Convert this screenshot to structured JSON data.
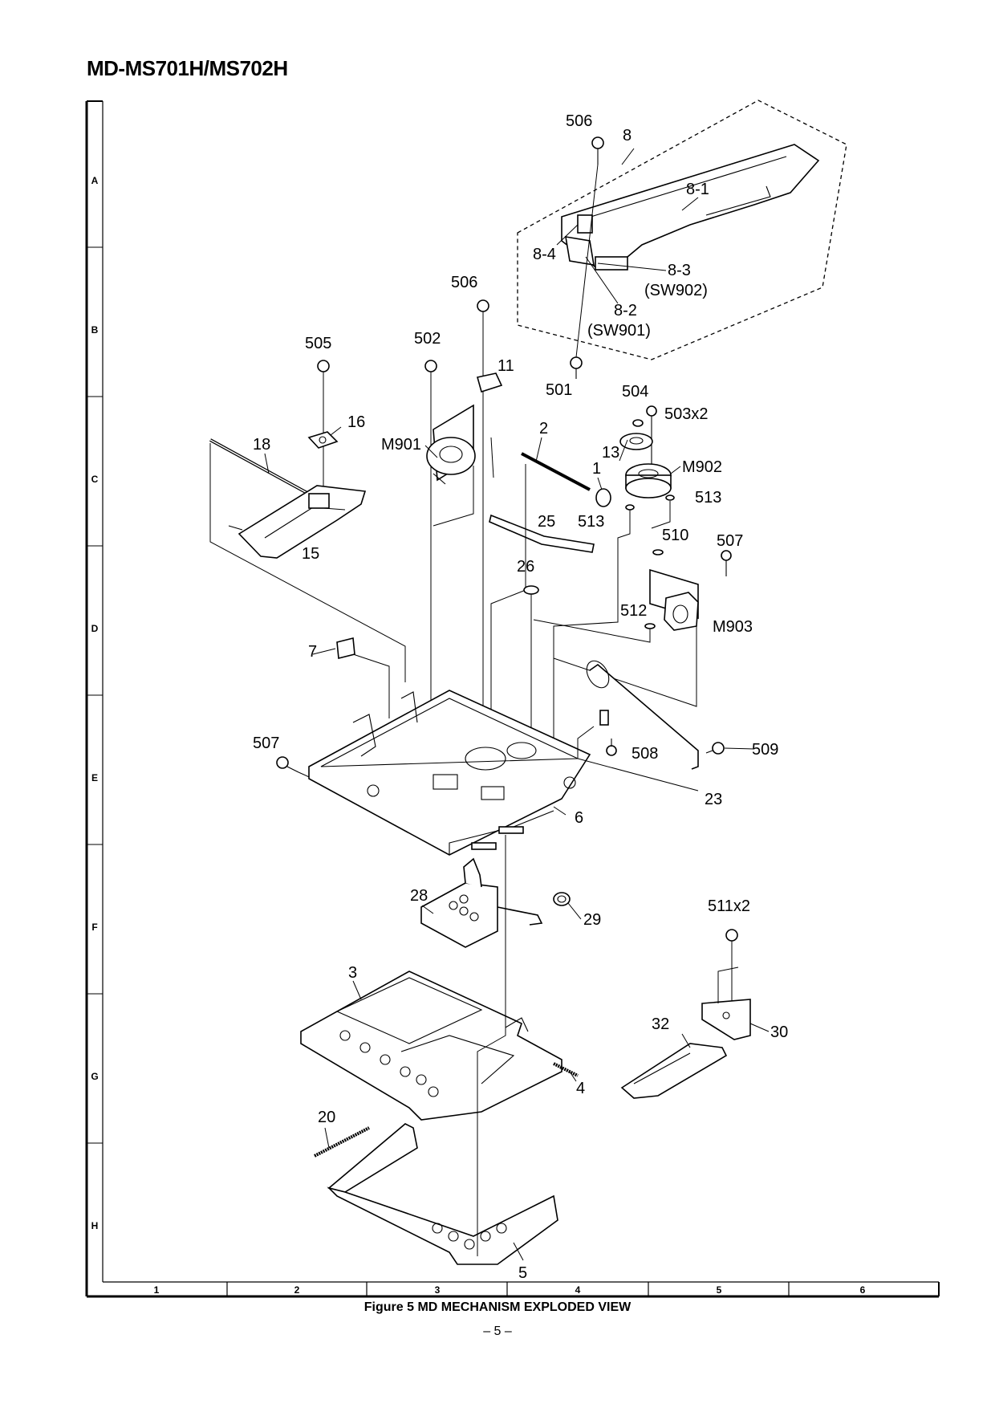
{
  "header": {
    "model": "MD-MS701H/MS702H"
  },
  "caption": {
    "title": "Figure 5 MD MECHANISM  EXPLODED VIEW",
    "page": "– 5 –"
  },
  "grid": {
    "rows": [
      "A",
      "B",
      "C",
      "D",
      "E",
      "F",
      "G",
      "H"
    ],
    "columns": [
      "1",
      "2",
      "3",
      "4",
      "5",
      "6"
    ]
  },
  "labels": {
    "p506a": "506",
    "p8": "8",
    "p8_1": "8-1",
    "p8_4": "8-4",
    "p8_3": "8-3",
    "sw902": "(SW902)",
    "p8_2": "8-2",
    "sw901": "(SW901)",
    "p506b": "506",
    "p505": "505",
    "p502": "502",
    "p11": "11",
    "p501": "501",
    "p504": "504",
    "p503x2": "503x2",
    "p16": "16",
    "p18": "18",
    "pM901": "M901",
    "p2": "2",
    "p13": "13",
    "pM902": "M902",
    "p1": "1",
    "p513a": "513",
    "p513b": "513",
    "p25": "25",
    "p15": "15",
    "p510": "510",
    "p507a": "507",
    "p26": "26",
    "p512": "512",
    "pM903": "M903",
    "p7": "7",
    "p507b": "507",
    "p508": "508",
    "p509": "509",
    "p23": "23",
    "p6": "6",
    "p28": "28",
    "p29": "29",
    "p511x2": "511x2",
    "p3": "3",
    "p32": "32",
    "p30": "30",
    "p4": "4",
    "p20": "20",
    "p5": "5"
  }
}
